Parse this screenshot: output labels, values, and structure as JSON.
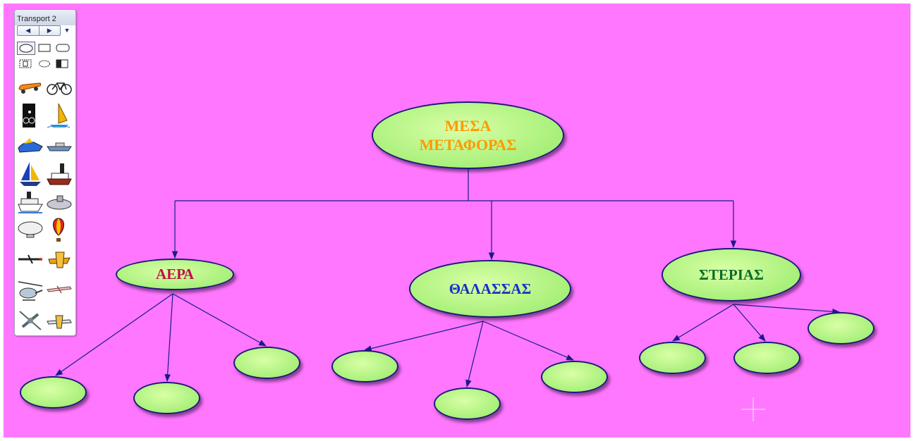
{
  "palette": {
    "title": "Transport 2",
    "prev_icon": "arrow-left-icon",
    "next_icon": "arrow-right-icon",
    "menu_icon": "dropdown-arrow-icon",
    "shape_tools": [
      "ellipse-shape-icon",
      "rectangle-shape-icon",
      "rounded-rectangle-shape-icon",
      "text-box-shape-icon",
      "cloud-shape-icon",
      "half-filled-rectangle-shape-icon"
    ],
    "clipart_tools": [
      "skateboard-icon",
      "bicycle-icon",
      "cyclist-sign-icon",
      "windsurfer-icon",
      "jet-ski-icon",
      "ship-icon",
      "sailboat-icon",
      "steamboat-icon",
      "ocean-liner-icon",
      "submarine-icon",
      "blimp-icon",
      "hot-air-balloon-icon",
      "propeller-plane-icon",
      "biplane-icon",
      "helicopter-icon",
      "jet-plane-icon",
      "fighter-plane-icon",
      "small-plane-icon"
    ]
  },
  "diagram": {
    "root": "ΜΕΣΑ\nΜΕΤΑΦΟΡΑΣ",
    "branches": [
      "ΑΕΡΑ",
      "ΘΑΛΑΣΣΑΣ",
      "ΣΤΕΡΙΑΣ"
    ],
    "colors": {
      "background": "#ff77ff",
      "node_fill": "#a8f07a",
      "node_border": "#1a1a7a",
      "connector": "#1a1a8a",
      "root_text": "#ff9900",
      "air_text": "#c0104a",
      "sea_text": "#1530c8",
      "land_text": "#0d6b2a"
    }
  }
}
